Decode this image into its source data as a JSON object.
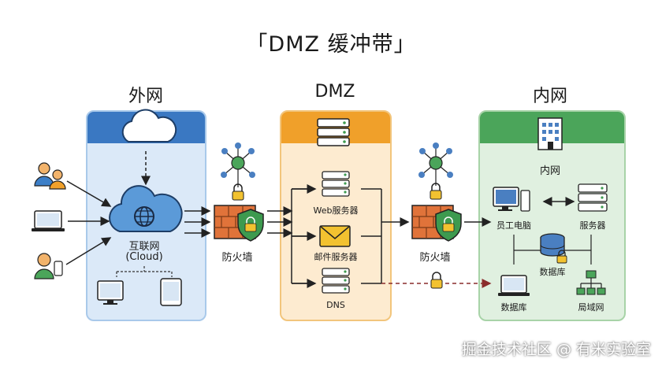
{
  "title": "「DMZ 缓冲带」",
  "zones": {
    "outer": {
      "title": "外网",
      "internet_label": "互联网",
      "internet_sub": "(Cloud)"
    },
    "dmz": {
      "title": "DMZ",
      "web_label": "Web服务器",
      "mail_label": "邮件服务器",
      "dns_label": "DNS"
    },
    "inner": {
      "title": "内网",
      "header_label": "内网",
      "employee_pc": "员工电脑",
      "server": "服务器",
      "database_center": "数据库",
      "database_left": "数据库",
      "lan": "局域网"
    }
  },
  "firewalls": {
    "left": "防火墙",
    "right": "防火墙"
  },
  "watermark": "掘金技术社区 @ 有米实验室",
  "colors": {
    "outer": "#3a78c2",
    "dmz": "#f0a02a",
    "inner": "#4ba55a",
    "firewall": "#e0733a",
    "shield": "#3d9a4f",
    "lock": "#f2c230"
  }
}
